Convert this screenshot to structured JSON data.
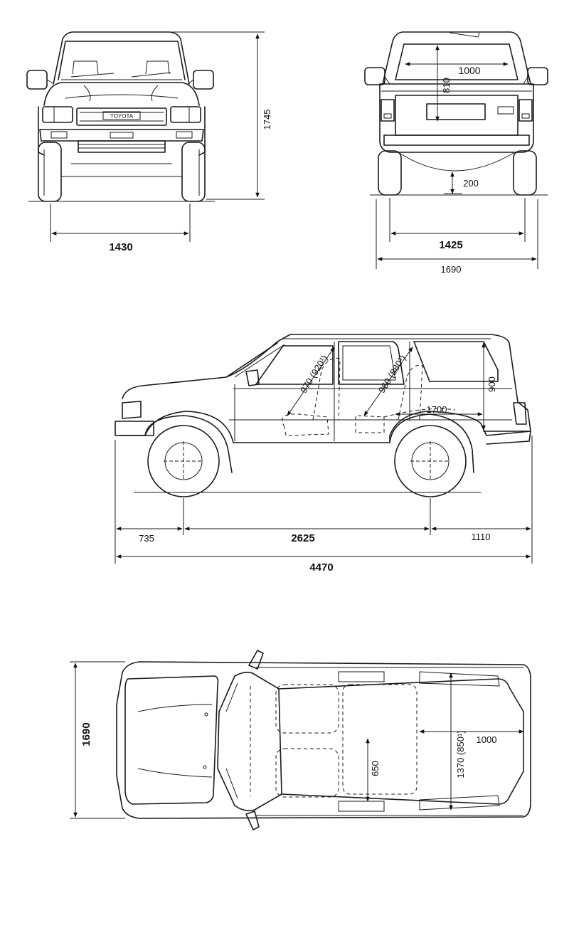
{
  "brand_text": "TOYOTA",
  "front_view": {
    "track_width": "1430",
    "height": "1745"
  },
  "rear_view": {
    "cargo_width": "1000",
    "cargo_height": "810",
    "ground_clearance": "200",
    "track_width": "1425",
    "overall_width": "1690"
  },
  "side_view": {
    "front_headroom": "970 (920¹)",
    "rear_headroom": "960 (880¹)",
    "cargo_height": "900",
    "cargo_length": "1700",
    "front_overhang": "735",
    "wheelbase": "2625",
    "rear_overhang": "1110",
    "overall_length": "4470"
  },
  "top_view": {
    "overall_width": "1690",
    "cargo_length": "1000",
    "cargo_width": "1370 (850¹)",
    "seat_depth": "650"
  }
}
